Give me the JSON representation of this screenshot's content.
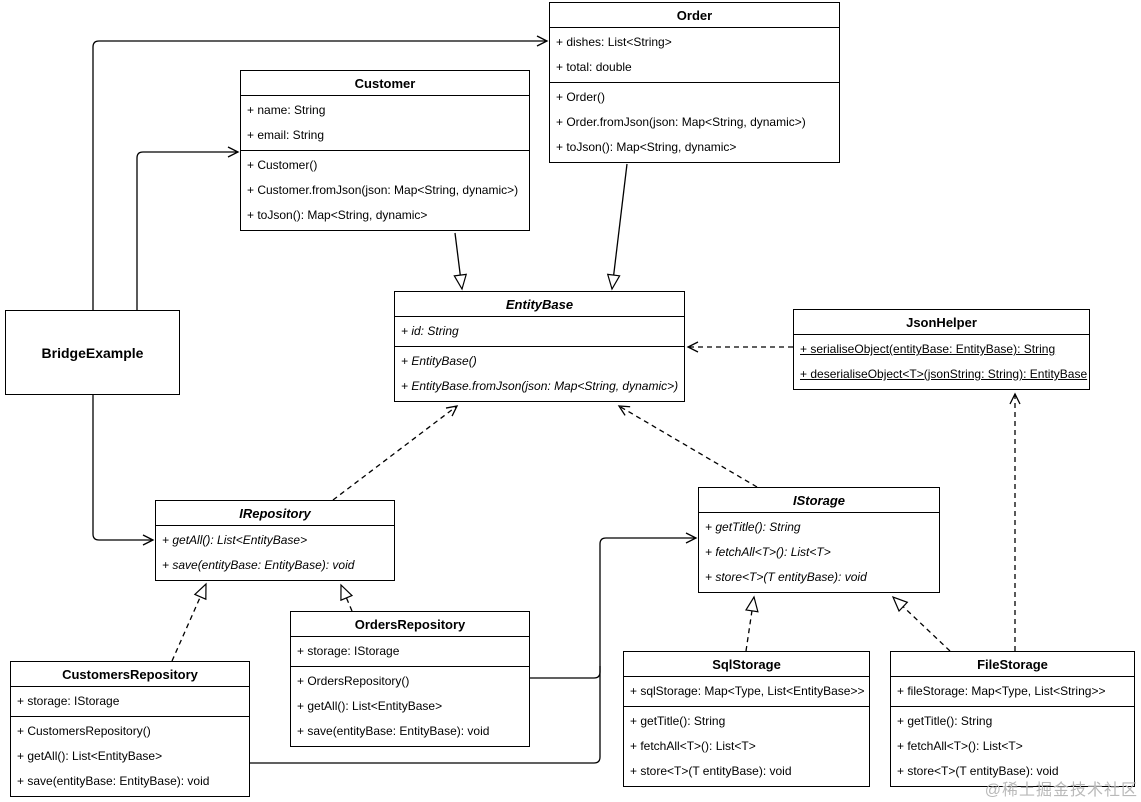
{
  "diagram": {
    "background": "#ffffff",
    "line_color": "#000000",
    "watermark": "@稀土掘金技术社区"
  },
  "classes": {
    "order": {
      "title": "Order",
      "attributes": [
        "+ dishes: List<String>",
        "+ total: double"
      ],
      "methods": [
        "+ Order()",
        "+ Order.fromJson(json: Map<String, dynamic>)",
        "+ toJson(): Map<String, dynamic>"
      ]
    },
    "customer": {
      "title": "Customer",
      "attributes": [
        "+ name: String",
        "+ email: String"
      ],
      "methods": [
        "+ Customer()",
        "+ Customer.fromJson(json: Map<String, dynamic>)",
        "+ toJson(): Map<String, dynamic>"
      ]
    },
    "entity_base": {
      "title": "EntityBase",
      "attributes": [
        "+ id: String"
      ],
      "methods": [
        "+ EntityBase()",
        "+ EntityBase.fromJson(json: Map<String, dynamic>)"
      ]
    },
    "json_helper": {
      "title": "JsonHelper",
      "methods": [
        "+ serialiseObject(entityBase: EntityBase): String",
        "+ deserialiseObject<T>(jsonString: String): EntityBase"
      ]
    },
    "bridge_example": {
      "title": "BridgeExample"
    },
    "irepository": {
      "title": "IRepository",
      "methods": [
        "+ getAll(): List<EntityBase>",
        "+ save(entityBase: EntityBase): void"
      ]
    },
    "istorage": {
      "title": "IStorage",
      "methods": [
        "+ getTitle(): String",
        "+ fetchAll<T>(): List<T>",
        "+ store<T>(T entityBase): void"
      ]
    },
    "orders_repository": {
      "title": "OrdersRepository",
      "attributes": [
        "+ storage: IStorage"
      ],
      "methods": [
        "+ OrdersRepository()",
        "+ getAll(): List<EntityBase>",
        "+ save(entityBase: EntityBase): void"
      ]
    },
    "customers_repository": {
      "title": "CustomersRepository",
      "attributes": [
        "+ storage: IStorage"
      ],
      "methods": [
        "+ CustomersRepository()",
        "+ getAll(): List<EntityBase>",
        "+ save(entityBase: EntityBase): void"
      ]
    },
    "sql_storage": {
      "title": "SqlStorage",
      "attributes": [
        "+ sqlStorage: Map<Type, List<EntityBase>>"
      ],
      "methods": [
        "+ getTitle(): String",
        "+ fetchAll<T>(): List<T>",
        "+ store<T>(T entityBase): void"
      ]
    },
    "file_storage": {
      "title": "FileStorage",
      "attributes": [
        "+ fileStorage: Map<Type, List<String>>"
      ],
      "methods": [
        "+ getTitle(): String",
        "+ fetchAll<T>(): List<T>",
        "+ store<T>(T entityBase): void"
      ]
    }
  },
  "relationships": [
    {
      "from": "BridgeExample",
      "to": "Order",
      "type": "association"
    },
    {
      "from": "BridgeExample",
      "to": "Customer",
      "type": "association"
    },
    {
      "from": "BridgeExample",
      "to": "IRepository",
      "type": "association"
    },
    {
      "from": "Customer",
      "to": "EntityBase",
      "type": "inheritance"
    },
    {
      "from": "Order",
      "to": "EntityBase",
      "type": "inheritance"
    },
    {
      "from": "IRepository",
      "to": "EntityBase",
      "type": "dependency"
    },
    {
      "from": "IStorage",
      "to": "EntityBase",
      "type": "dependency"
    },
    {
      "from": "JsonHelper",
      "to": "EntityBase",
      "type": "dependency"
    },
    {
      "from": "FileStorage",
      "to": "JsonHelper",
      "type": "dependency"
    },
    {
      "from": "CustomersRepository",
      "to": "IRepository",
      "type": "realization"
    },
    {
      "from": "OrdersRepository",
      "to": "IRepository",
      "type": "realization"
    },
    {
      "from": "SqlStorage",
      "to": "IStorage",
      "type": "realization"
    },
    {
      "from": "FileStorage",
      "to": "IStorage",
      "type": "realization"
    },
    {
      "from": "CustomersRepository",
      "to": "IStorage",
      "type": "association"
    },
    {
      "from": "OrdersRepository",
      "to": "IStorage",
      "type": "association"
    }
  ]
}
